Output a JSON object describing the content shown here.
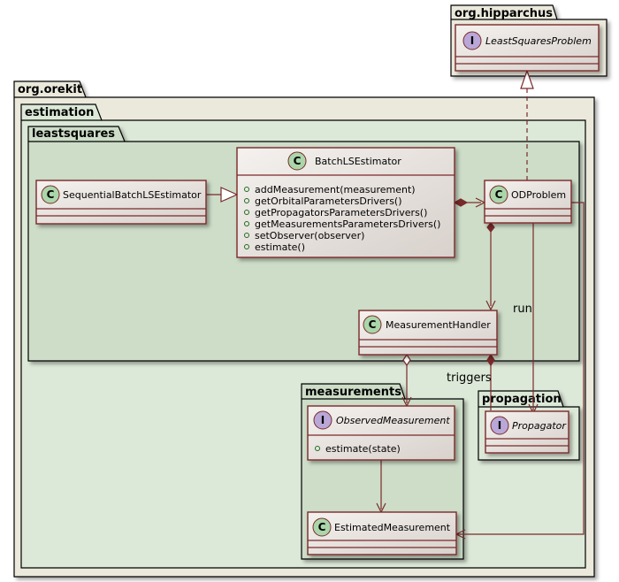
{
  "packages": {
    "hipparchus": "org.hipparchus",
    "orekit": "org.orekit",
    "estimation": "estimation",
    "leastsquares": "leastsquares",
    "measurements": "measurements",
    "propagation": "propagation"
  },
  "classes": {
    "least_squares_problem": {
      "name": "LeastSquaresProblem",
      "kind": "I"
    },
    "sequential_batch": {
      "name": "SequentialBatchLSEstimator",
      "kind": "C"
    },
    "batch": {
      "name": "BatchLSEstimator",
      "kind": "C",
      "methods": [
        "addMeasurement(measurement)",
        "getOrbitalParametersDrivers()",
        "getPropagatorsParametersDrivers()",
        "getMeasurementsParametersDrivers()",
        "setObserver(observer)",
        "estimate()"
      ]
    },
    "od_problem": {
      "name": "ODProblem",
      "kind": "C"
    },
    "measurement_handler": {
      "name": "MeasurementHandler",
      "kind": "C"
    },
    "observed_measurement": {
      "name": "ObservedMeasurement",
      "kind": "I",
      "methods": [
        "estimate(state)"
      ]
    },
    "estimated_measurement": {
      "name": "EstimatedMeasurement",
      "kind": "C"
    },
    "propagator": {
      "name": "Propagator",
      "kind": "I"
    }
  },
  "edge_labels": {
    "run": "run",
    "triggers": "triggers"
  },
  "colors": {
    "package_outer": "#ebe9dc",
    "package_inner": "#dde9d8",
    "package_leastsquares": "#cdddc8",
    "class_fill": "#ede6e3",
    "border": "#7a2a2a",
    "circle_class": "#aad6aa",
    "circle_interface": "#b9a7d8"
  }
}
